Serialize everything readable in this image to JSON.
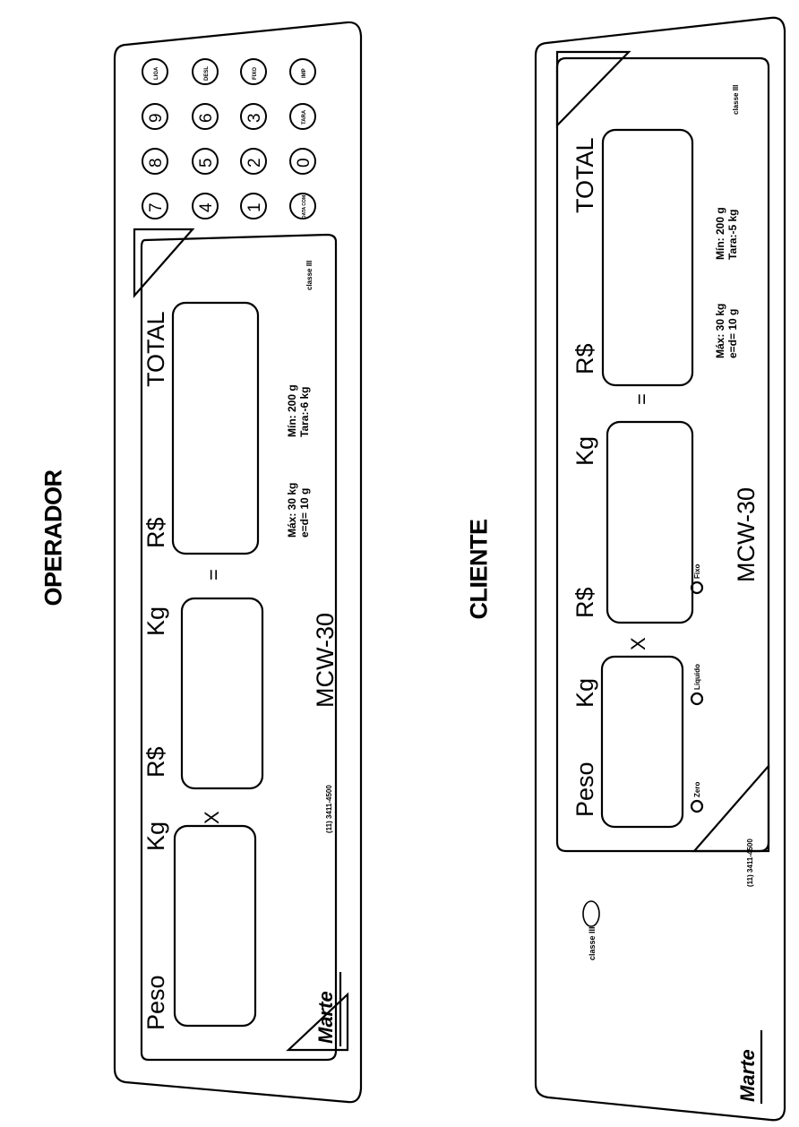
{
  "operator": {
    "title": "OPERADOR",
    "labels": {
      "peso": "Peso",
      "kg1": "Kg",
      "rs1": "R$",
      "kg2": "Kg",
      "rs2": "R$",
      "total": "TOTAL",
      "times": "X",
      "equals": "="
    },
    "specs": {
      "max": "Máx: 30 kg",
      "ed": "e=d= 10 g",
      "min": "Mín: 200 g",
      "tara": "Tara:-6 kg",
      "classe": "classe III"
    },
    "model": "MCW-30",
    "brand": "Marte",
    "phone": "(11) 3411-4500",
    "keys": [
      "7",
      "8",
      "9",
      "LIGA",
      "4",
      "5",
      "6",
      "DESL",
      "1",
      "2",
      "3",
      "FIXO",
      "DATA COM",
      "0",
      "TARA",
      "IMP"
    ]
  },
  "client": {
    "title": "CLIENTE",
    "labels": {
      "peso": "Peso",
      "kg1": "Kg",
      "rs1": "R$",
      "kg2": "Kg",
      "rs2": "R$",
      "total": "TOTAL",
      "times": "X",
      "equals": "="
    },
    "indicators": [
      "Zero",
      "Líquido",
      "Fixo"
    ],
    "specs": {
      "max": "Máx: 30 kg",
      "ed": "e=d= 10 g",
      "min": "Mín: 200 g",
      "tara": "Tara:-5 kg",
      "classe_inner": "classe III",
      "classe_outer": "classe III"
    },
    "model": "MCW-30",
    "brand": "Marte",
    "phone": "(11) 3411-4500"
  }
}
